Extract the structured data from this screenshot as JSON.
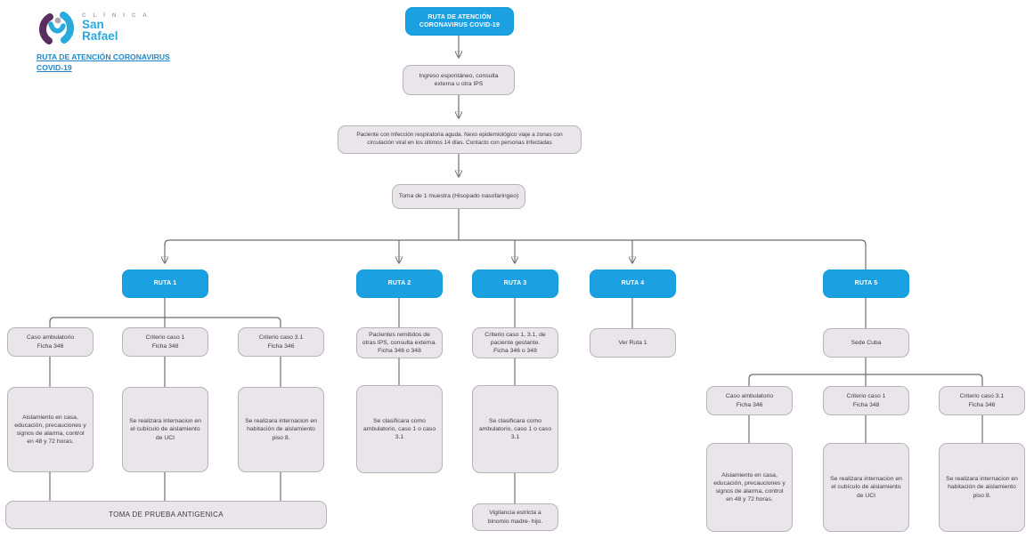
{
  "header": {
    "clinic_label": "C L Í N I C A",
    "brand_top": "San",
    "brand_bottom": "Rafael",
    "doc_link": "RUTA DE ATENCIÓN CORONAVIRUS COVID-19"
  },
  "colors": {
    "accent_blue": "#1ba1e2",
    "node_fill": "#e9e5ea",
    "node_border": "#b9b2bc",
    "connector": "#6e6e6e",
    "logo_purple": "#5b2c5f",
    "logo_blue": "#2aa9dc",
    "link_blue": "#1f87c9"
  },
  "nodes": {
    "root": "RUTA DE ATENCIÓN\nCORONAVIRUS COVID-19",
    "ingreso": "Ingreso espontáneo, consulta\nexterna u otra IPS",
    "paciente": "Paciente con infección respiratoria aguda. Nexo epidemiológico viaje a zonas con\ncirculación viral en los últimos 14 días. Contacto con personas infectadas",
    "toma": "Toma de 1 muestra (Hisopado nasofaringeo)",
    "ruta1": "RUTA 1",
    "ruta2": "RUTA 2",
    "ruta3": "RUTA 3",
    "ruta4": "RUTA 4",
    "ruta5": "RUTA 5",
    "r1c1": "Caso ambulatorio\nFicha 346",
    "r1c2": "Criterio caso 1\nFicha 348",
    "r1c3": "Criterio caso 3.1\nFicha 346",
    "r1d1": "Aislamiento en casa,\neducación, precauciones y\nsignos de alarma, control\nen 48 y 72 horas.",
    "r1d2": "Se realizara internacion en\nel cubículo de aislamiento\nde UCI",
    "r1d3": "Se realizara internacion en\nhabitación de aislamiento\npiso 8.",
    "antigenica": "TOMA DE PRUEBA ANTIGENICA",
    "r2c1": "Pacientes remitidos de\notras IPS, consulta externa.\nFicha 346 o 348",
    "r2d1": "Se clasificara como\nambulatorio, caso 1 o caso\n3.1",
    "r3c1": "Criterio caso 1, 3.1, de\npaciente gestante.\nFicha 346 o 348",
    "r3d1": "Se clasificara como\nambulatorio, caso 1 o caso\n3.1",
    "r3e1": "Vigilancia estricta a\nbinomio madre- hijo.",
    "r4c1": "Ver Ruta 1",
    "r5c1": "Sede Cuba",
    "r5a1": "Caso ambulatorio\nFicha 346",
    "r5a2": "Criterio caso 1\nFicha 348",
    "r5a3": "Criterio caso 3.1\nFicha 346",
    "r5d1": "Aislamiento en casa,\neducación, precauciones y\nsignos de alarma, control\nen 48 y 72 horas.",
    "r5d2": "Se realizara internacion en\nel cubículo de aislamiento\nde UCI",
    "r5d3": "Se realizara internacion en\nhabitación de aislamiento\npiso 8."
  }
}
